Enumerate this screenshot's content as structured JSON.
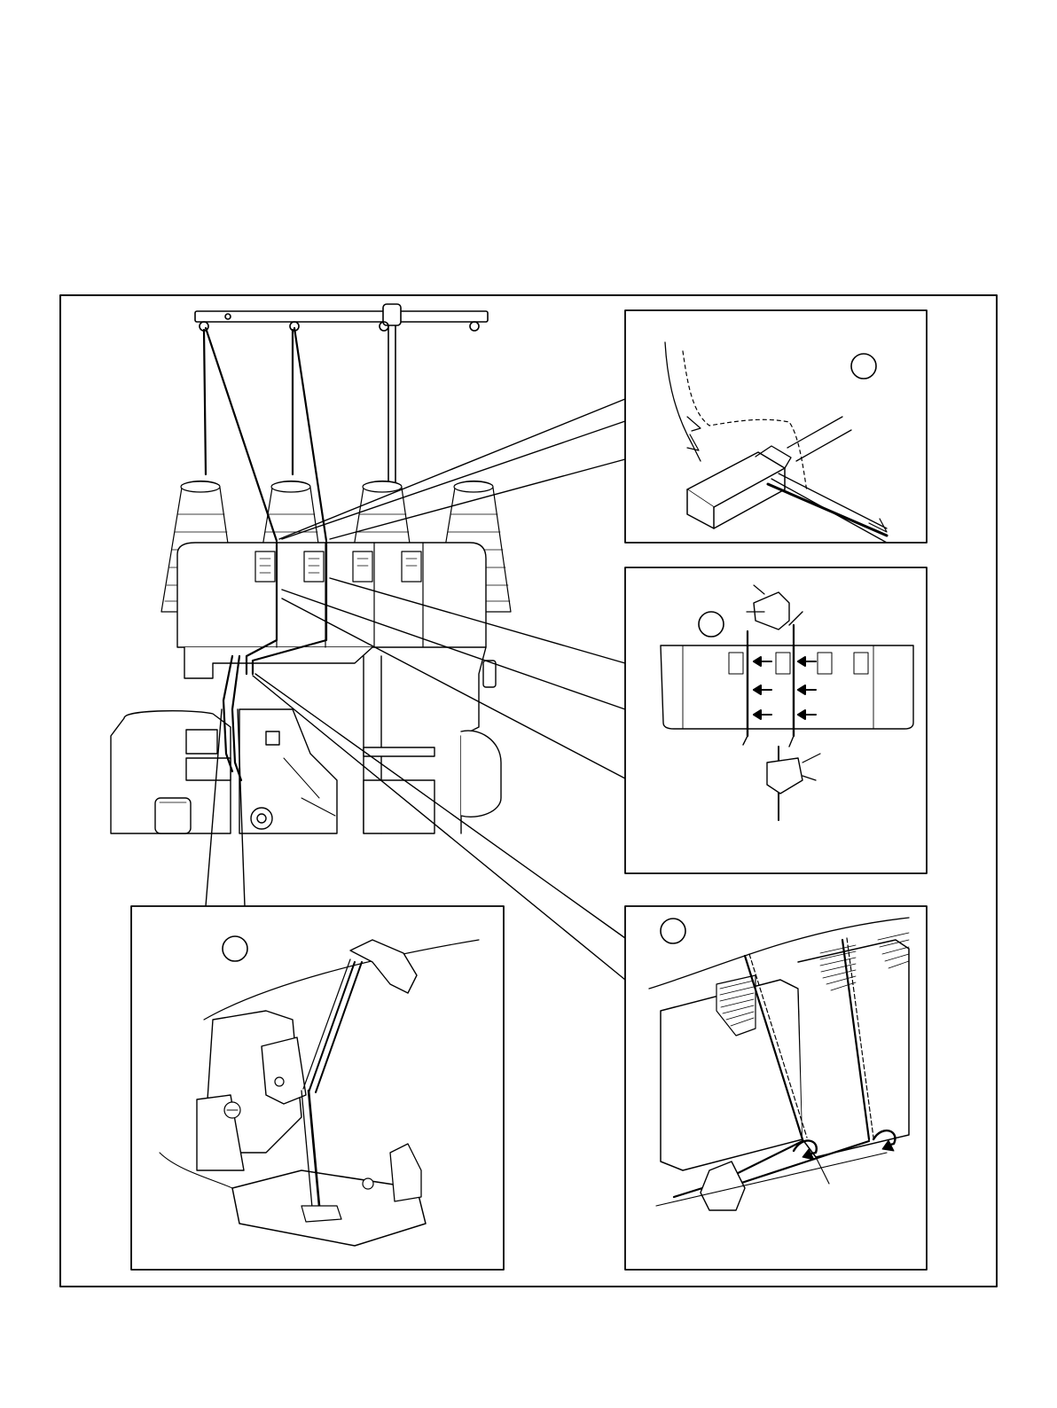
{
  "figure": {
    "subject": "serger-needle-threading-diagram",
    "colors": {
      "ink": "#000000",
      "paper": "#ffffff"
    },
    "detail_panels": [
      {
        "id": "detail-upper-right",
        "callout_circle": true
      },
      {
        "id": "detail-middle-right",
        "callout_circle": true
      },
      {
        "id": "detail-lower-left",
        "callout_circle": true
      },
      {
        "id": "detail-lower-right",
        "callout_circle": true
      }
    ],
    "callout_labels": [
      "",
      "",
      "",
      ""
    ]
  }
}
